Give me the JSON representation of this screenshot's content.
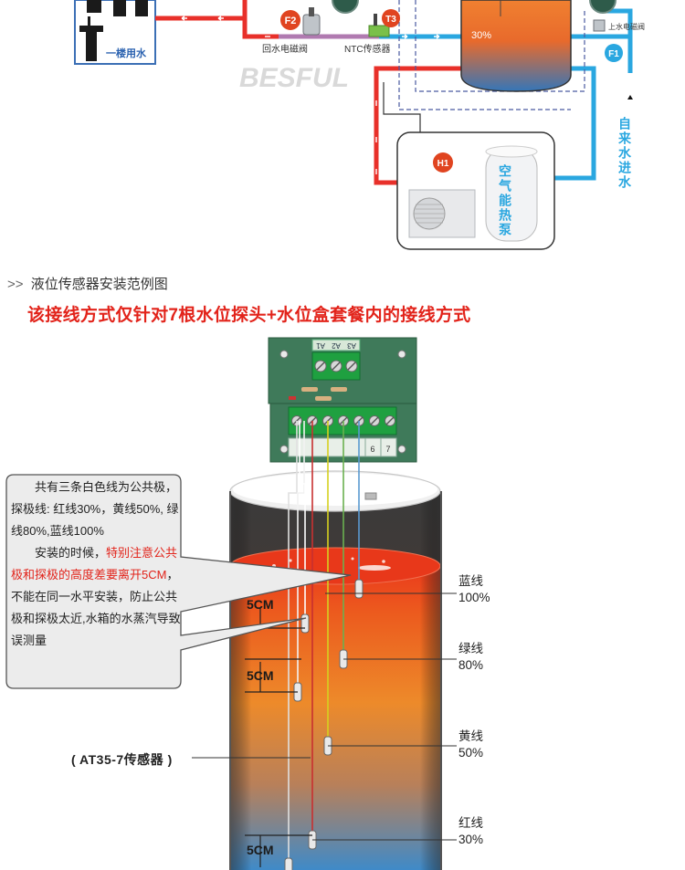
{
  "top_diagram": {
    "floor_label": "一楼用水",
    "f2_badge": "F2",
    "return_valve_label": "回水电磁阀",
    "t3_badge": "T3",
    "ntc_label": "NTC传感器",
    "tank_level_label": "30%",
    "f1_badge": "F1",
    "inlet_valve_label": "上水电磁阀",
    "tap_water_label": "自来水进水",
    "h1_badge": "H1",
    "heat_pump_label": "空气能热泵",
    "watermark": "BESFUL"
  },
  "section_header": {
    "arrows": ">>",
    "title": "液位传感器安装范例图"
  },
  "warning_title": "该接线方式仅针对7根水位探头+水位盒套餐内的接线方式",
  "control_board": {
    "top_terminals": [
      "A1",
      "A2",
      "A3"
    ],
    "bottom_numbers": [
      "6",
      "7"
    ]
  },
  "callout": {
    "line1": "共有三条白色线为公共极，探极线: 红线30%，黄线50%, 绿线80%,蓝线100%",
    "line2_plain": "安装的时候，",
    "line2_red": "特别注意公共极和探极的高度差要离开5CM",
    "line2_rest": "，不能在同一水平安装，防止公共极和探极太近,水箱的水蒸汽导致误测量"
  },
  "spacing_labels": [
    "5CM",
    "5CM",
    "5CM"
  ],
  "water_levels": [
    {
      "name": "蓝线",
      "percent": "100%"
    },
    {
      "name": "绿线",
      "percent": "80%"
    },
    {
      "name": "黄线",
      "percent": "50%"
    },
    {
      "name": "红线",
      "percent": "30%"
    }
  ],
  "sensor_model_label": "( AT35-7传感器 )",
  "colors": {
    "red_pipe": "#e8302a",
    "blue_pipe": "#2aa7e0",
    "title_red": "#e2231a",
    "badge_red": "#e04420",
    "board_green": "#3f7a5a"
  }
}
